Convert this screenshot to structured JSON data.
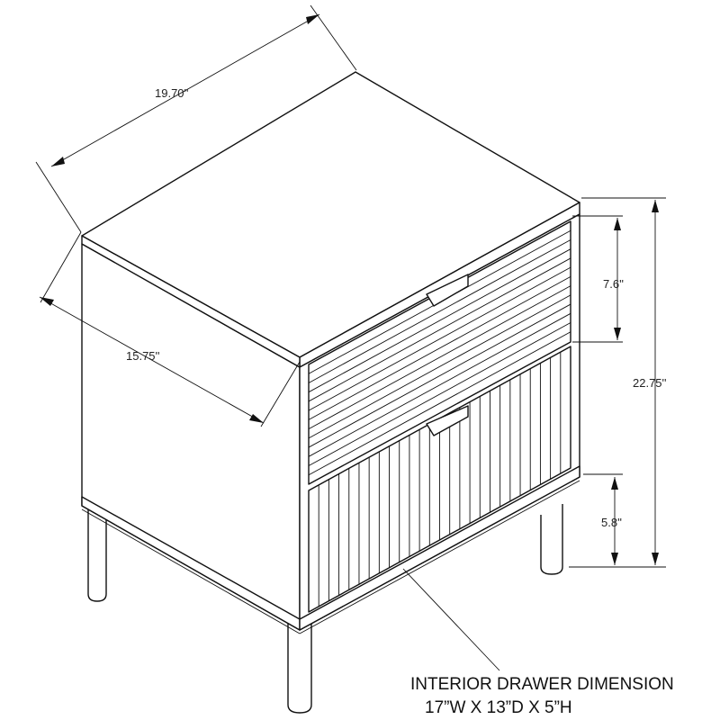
{
  "dimensions": {
    "width": "19.70''",
    "depth": "15.75''",
    "top_drawer_height": "7.6''",
    "total_height": "22.75''",
    "leg_height": "5.8''"
  },
  "caption": {
    "line1": "INTERIOR DRAWER DIMENSION",
    "line2": "17”W  X  13”D  X  5”H"
  }
}
